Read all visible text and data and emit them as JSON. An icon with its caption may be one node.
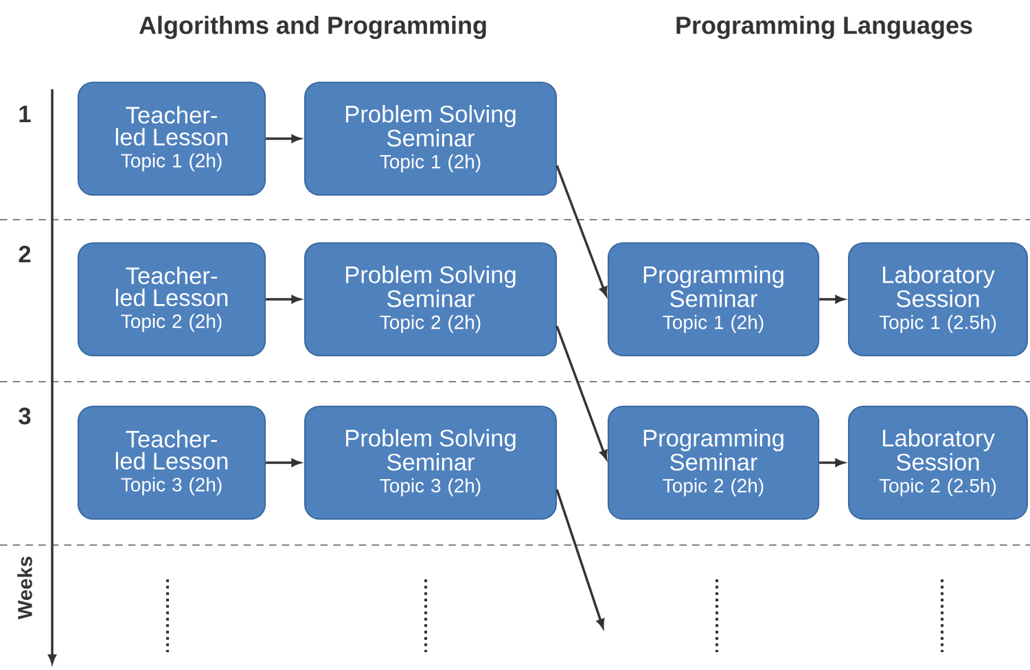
{
  "diagram": {
    "nodes": [
      {
        "text": [
          "Teacher-led Lesson",
          "Topic 1 (2h)"
        ]
      },
      {
        "text": [
          "Problem Solving Seminar",
          "Topic 1 (2h)"
        ]
      },
      {
        "text": [
          "Teacher-led Lesson",
          "Topic 2 (2h)"
        ]
      },
      {
        "text": [
          "Problem Solving Seminar",
          "Topic 2 (2h)"
        ]
      },
      {
        "text": [
          "Programming Seminar",
          "Topic 1 (2h)"
        ]
      },
      {
        "text": [
          "Laboratory Session",
          "Topic 1 (2.5h)"
        ]
      },
      {
        "text": [
          "Teacher-led Lesson",
          "Topic 3 (2h)"
        ]
      },
      {
        "text": [
          "Problem Solving Seminar",
          "Topic 3 (2h)"
        ]
      },
      {
        "text": [
          "Programming Seminar",
          "Topic 2 (2h)"
        ]
      },
      {
        "text": [
          "Laboratory Session",
          "Topic 2 (2.5h)"
        ]
      }
    ],
    "edges": [
      {
        "from": 0,
        "to": 1,
        "arrow": "to"
      },
      {
        "from": 1,
        "to": 4,
        "arrow": "to"
      },
      {
        "from": 2,
        "to": 3,
        "arrow": "to"
      },
      {
        "from": 4,
        "to": 5,
        "arrow": "to"
      },
      {
        "from": 3,
        "to": 8,
        "arrow": "to"
      },
      {
        "from": 6,
        "to": 7,
        "arrow": "to"
      },
      {
        "from": 8,
        "to": 9,
        "arrow": "to"
      },
      {
        "from": 7,
        "to": null,
        "arrow": "to"
      }
    ],
    "labels": [
      "Algorithms and Programming",
      "Programming Languages",
      "1",
      "2",
      "3",
      "Weeks"
    ]
  }
}
